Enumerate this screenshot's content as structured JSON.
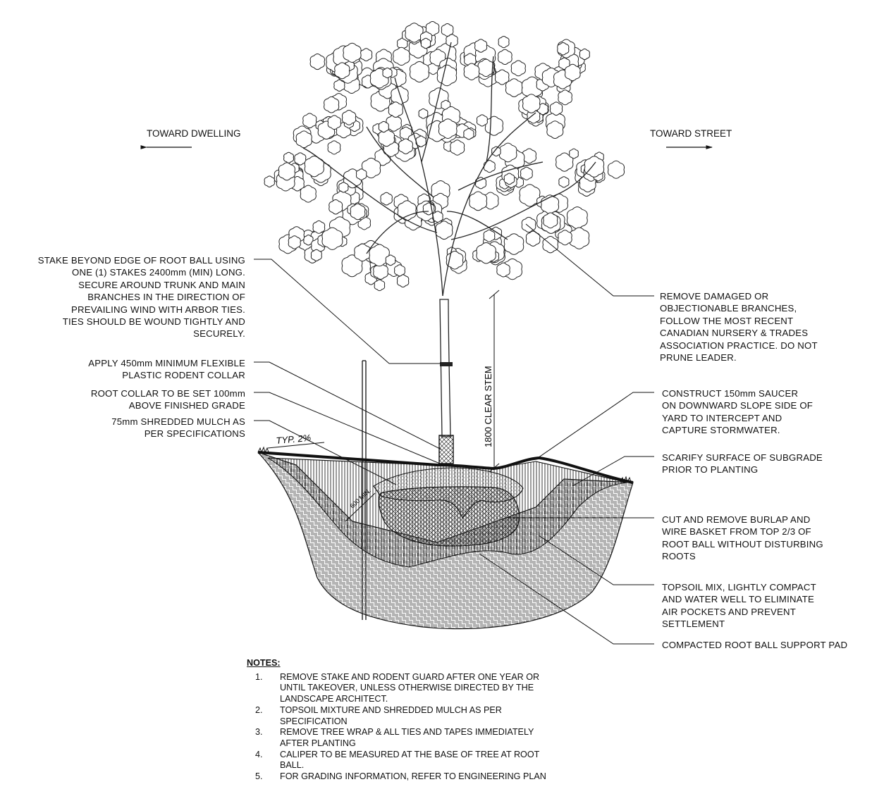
{
  "directions": {
    "toward_dwelling": "TOWARD DWELLING",
    "toward_street": "TOWARD STREET"
  },
  "labels_left": {
    "stake": [
      "STAKE BEYOND EDGE OF ROOT BALL USING",
      "ONE (1) STAKES 2400mm (MIN) LONG.",
      "SECURE AROUND TRUNK AND MAIN",
      "BRANCHES IN THE DIRECTION OF",
      "PREVAILING WIND WITH ARBOR TIES.",
      "TIES SHOULD BE WOUND TIGHTLY AND",
      "SECURELY."
    ],
    "rodent_collar": [
      "APPLY 450mm MINIMUM FLEXIBLE",
      "PLASTIC RODENT COLLAR"
    ],
    "root_collar": [
      "ROOT COLLAR TO BE SET 100mm",
      "ABOVE FINISHED GRADE"
    ],
    "mulch": [
      "75mm SHREDDED MULCH AS",
      "PER SPECIFICATIONS"
    ]
  },
  "labels_right": {
    "prune": [
      "REMOVE DAMAGED OR",
      "OBJECTIONABLE BRANCHES,",
      "FOLLOW THE MOST RECENT",
      "CANADIAN NURSERY & TRADES",
      "ASSOCIATION PRACTICE.  DO NOT",
      "PRUNE LEADER."
    ],
    "saucer": [
      "CONSTRUCT 150mm SAUCER",
      "ON DOWNWARD SLOPE SIDE OF",
      "YARD TO INTERCEPT AND",
      "CAPTURE STORMWATER."
    ],
    "scarify": [
      "SCARIFY SURFACE OF SUBGRADE",
      "PRIOR TO PLANTING"
    ],
    "burlap": [
      "CUT AND REMOVE BURLAP AND",
      "WIRE BASKET FROM TOP 2/3 OF",
      "ROOT BALL WITHOUT DISTURBING",
      "ROOTS"
    ],
    "topsoil": [
      "TOPSOIL MIX, LIGHTLY COMPACT",
      "AND WATER WELL TO ELIMINATE",
      "AIR POCKETS AND PREVENT",
      "SETTLEMENT"
    ],
    "pad": [
      "COMPACTED ROOT BALL SUPPORT PAD"
    ]
  },
  "dims": {
    "clear_stem": "1800 CLEAR STEM",
    "slope": "TYP. 2%",
    "hole": "600 MIN."
  },
  "notes": {
    "heading": "NOTES:",
    "items": [
      {
        "num": "1.",
        "lines": [
          "REMOVE STAKE AND RODENT GUARD AFTER ONE YEAR OR",
          "UNTIL TAKEOVER, UNLESS OTHERWISE DIRECTED BY THE",
          "LANDSCAPE ARCHITECT."
        ]
      },
      {
        "num": "2.",
        "lines": [
          "TOPSOIL MIXTURE AND SHREDDED MULCH AS PER",
          "SPECIFICATION"
        ]
      },
      {
        "num": "3.",
        "lines": [
          "REMOVE TREE WRAP & ALL TIES AND TAPES IMMEDIATELY",
          "AFTER PLANTING"
        ]
      },
      {
        "num": "4.",
        "lines": [
          "CALIPER TO BE MEASURED AT THE BASE OF TREE AT ROOT",
          "BALL."
        ]
      },
      {
        "num": "5.",
        "lines": [
          "FOR GRADING INFORMATION, REFER TO ENGINEERING PLAN"
        ]
      }
    ]
  }
}
